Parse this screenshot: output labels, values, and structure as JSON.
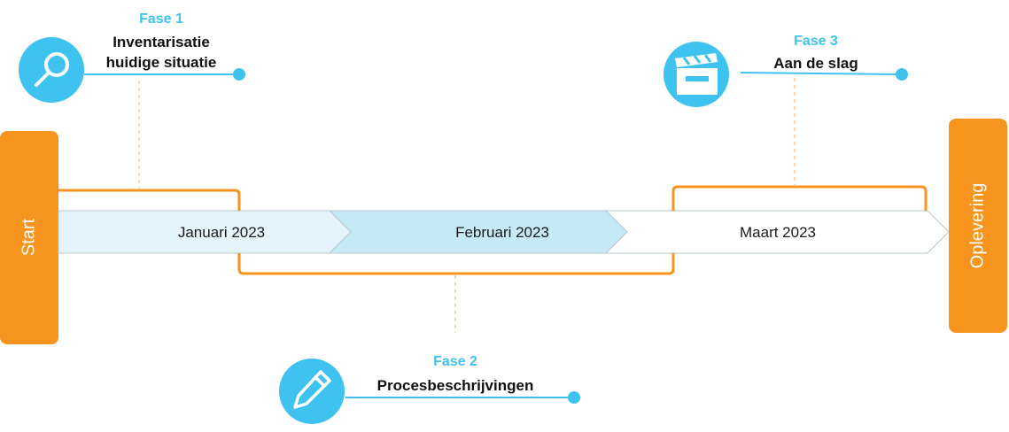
{
  "timeline": {
    "start_label": "Start",
    "end_label": "Oplevering",
    "months": [
      "Januari 2023",
      "Februari 2023",
      "Maart 2023"
    ]
  },
  "phases": [
    {
      "label": "Fase 1",
      "title_line1": "Inventarisatie",
      "title_line2": "huidige situatie",
      "icon": "magnifier-icon"
    },
    {
      "label": "Fase 2",
      "title_line1": "Procesbeschrijvingen",
      "icon": "pencil-icon"
    },
    {
      "label": "Fase 3",
      "title_line1": "Aan de slag",
      "icon": "clapperboard-icon"
    }
  ],
  "colors": {
    "orange": "#f7941d",
    "blue": "#3ec3f0",
    "month_jan_fill": "#e3f4fb",
    "month_feb_fill": "#c6e9f7",
    "month_mar_fill": "#ffffff",
    "month_stroke": "#b9c7cf"
  }
}
